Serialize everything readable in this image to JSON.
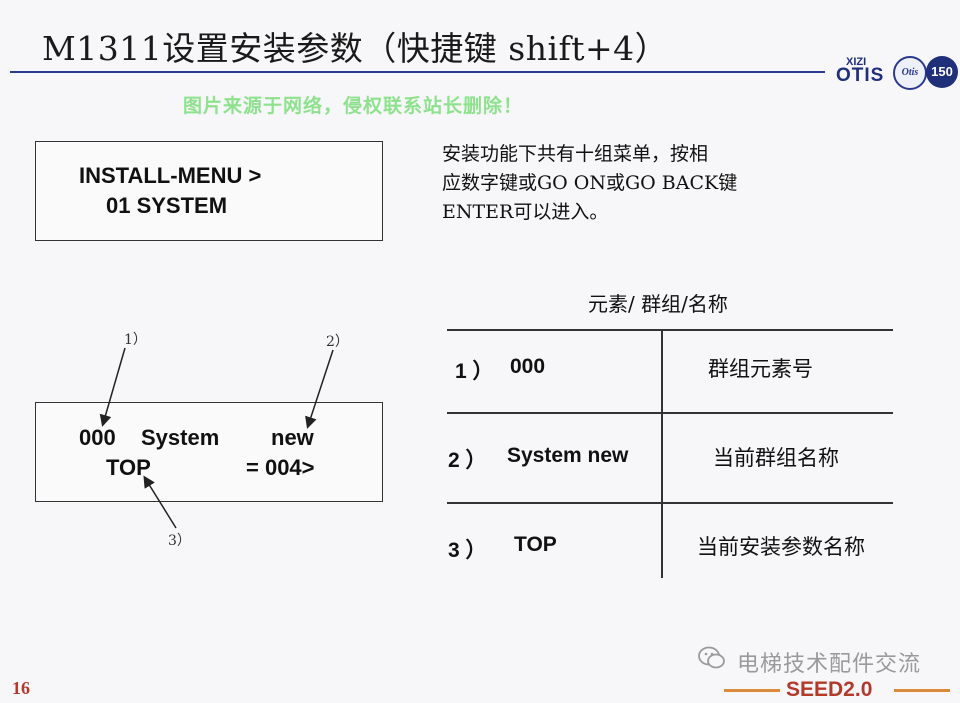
{
  "header": {
    "title": "M1311设置安装参数（快捷键 shift+4）",
    "logo_brand_top": "XIZI",
    "logo_brand": "OTIS",
    "badge_otis": "Otis",
    "badge_anniversary": "150"
  },
  "watermark": "图片来源于网络，侵权联系站长删除！",
  "lcd_top": {
    "line1": "INSTALL-MENU >",
    "line2": "01  SYSTEM"
  },
  "description": {
    "line1": "安装功能下共有十组菜单，按相",
    "line2": "应数字键或GO ON或GO BACK键",
    "line3": "ENTER可以进入。"
  },
  "lcd_bottom": {
    "id": "000",
    "group": "System",
    "new": "new",
    "param": "TOP",
    "value": "= 004>"
  },
  "callouts": {
    "c1": "1）",
    "c2": "2）",
    "c3": "3）"
  },
  "table": {
    "header": "元素/ 群组/名称",
    "rows": [
      {
        "num": "1 ）",
        "term": "000",
        "meaning": "群组元素号"
      },
      {
        "num": "2 ）",
        "term": "System new",
        "meaning": "当前群组名称"
      },
      {
        "num": "3 ）",
        "term": "TOP",
        "meaning": "当前安装参数名称"
      }
    ]
  },
  "footer": {
    "page_number": "16",
    "brand": "电梯技术配件交流",
    "seed": "SEED2.0"
  },
  "colors": {
    "title_rule": "#2b3a8f",
    "watermark": "#8ee28e",
    "footer_red": "#b33a2a",
    "footer_line": "#d98b3a"
  }
}
